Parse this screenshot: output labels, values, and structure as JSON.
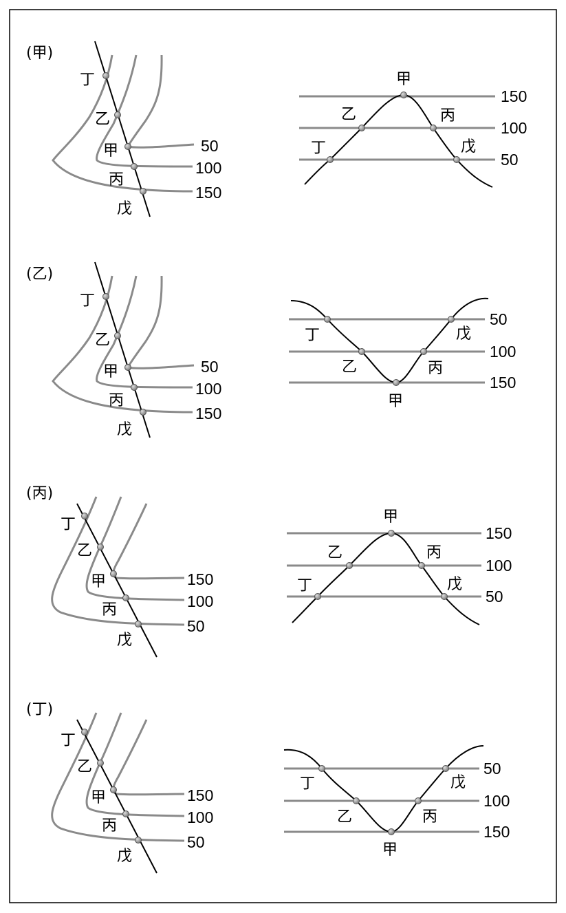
{
  "panels": [
    {
      "title": "(甲)",
      "points": {
        "jia": "甲",
        "yi": "乙",
        "bing": "丙",
        "ding": "丁",
        "wu": "戊"
      },
      "left_contours": [
        "50",
        "100",
        "150"
      ],
      "right_levels": [
        "150",
        "100",
        "50"
      ]
    },
    {
      "title": "(乙)",
      "points": {
        "jia": "甲",
        "yi": "乙",
        "bing": "丙",
        "ding": "丁",
        "wu": "戊"
      },
      "left_contours": [
        "50",
        "100",
        "150"
      ],
      "right_levels": [
        "50",
        "100",
        "150"
      ]
    },
    {
      "title": "(丙)",
      "points": {
        "jia": "甲",
        "yi": "乙",
        "bing": "丙",
        "ding": "丁",
        "wu": "戊"
      },
      "left_contours": [
        "150",
        "100",
        "50"
      ],
      "right_levels": [
        "150",
        "100",
        "50"
      ]
    },
    {
      "title": "(丁)",
      "points": {
        "jia": "甲",
        "yi": "乙",
        "bing": "丙",
        "ding": "丁",
        "wu": "戊"
      },
      "left_contours": [
        "150",
        "100",
        "50"
      ],
      "right_levels": [
        "50",
        "100",
        "150"
      ]
    }
  ]
}
